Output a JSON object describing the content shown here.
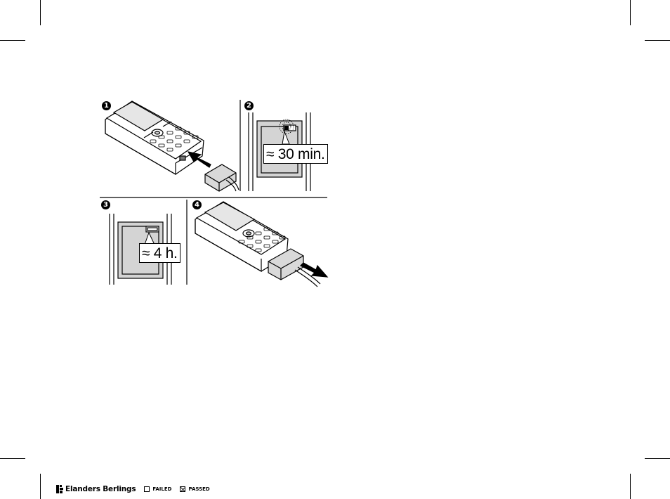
{
  "illustration": {
    "steps": [
      "1",
      "2",
      "3",
      "4"
    ],
    "callout_30min": "≈ 30 min.",
    "callout_4h": "≈ 4 h."
  },
  "footer": {
    "brand": "Elanders Berlings",
    "failed_label": "FAILED",
    "passed_label": "PASSED",
    "failed_checked": false,
    "passed_checked": true
  }
}
